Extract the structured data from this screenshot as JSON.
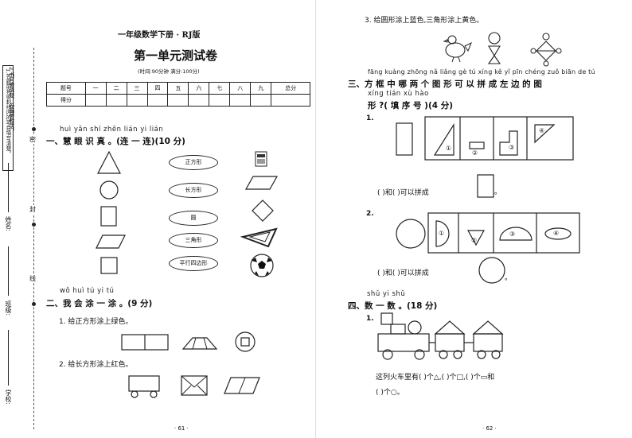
{
  "header": {
    "book": "一年级数学下册 · RJ版",
    "title": "第一单元测试卷",
    "meta": "(时间:90分钟   满分:100分)"
  },
  "score_table": {
    "row1": [
      "题号",
      "一",
      "二",
      "三",
      "四",
      "五",
      "六",
      "七",
      "八",
      "九",
      "总分"
    ],
    "row2_label": "得分"
  },
  "sidebar": {
    "notice": [
      "1.答题前将密封线内的项目填写清楚。",
      "2.书写要清楚，卷面要整洁。"
    ],
    "marks": [
      "密",
      "封",
      "线"
    ],
    "fields": [
      "学校:",
      "班级:",
      "姓名:"
    ]
  },
  "section1": {
    "pinyin": "huì yǎn shí zhēn    lián yi lián",
    "title": "一、慧 眼 识 真 。(连 一 连)(10 分)",
    "labels": [
      "正方形",
      "长方形",
      "圆",
      "三角形",
      "平行四边形"
    ]
  },
  "section2": {
    "pinyin": "wǒ huì tú yi tú",
    "title": "二、我 会 涂 一 涂 。(9 分)",
    "q1": "1. 给正方形涂上绿色。",
    "q2": "2. 给长方形涂上红色。"
  },
  "right": {
    "q3": "3. 给圆形涂上蓝色,三角形涂上黄色。",
    "section3_pinyin1": "fāng kuàng zhōng nǎ liǎng gè tú xíng kě yǐ pīn chéng zuǒ biān de tú",
    "section3_title1": "三、方  框  中  哪  两  个  图  形  可  以  拼  成  左  边  的  图",
    "section3_pinyin2": "xíng        tián xù hào",
    "section3_title2": "形 ?(  填  序  号  )(4 分)",
    "q1_num": "1.",
    "q2_num": "2.",
    "blank_text": "(      )和(      )可以拼成",
    "choices": [
      "①",
      "②",
      "③",
      "④"
    ],
    "section4_pinyin": "shǔ yi shǔ",
    "section4_title": "四、数  一  数 。(18 分)",
    "train_num": "1.",
    "train_line1": "这列火车里有(          )个△,(          )个□,(          )个▭和",
    "train_line2": "(          )个○。"
  },
  "pages": {
    "left": "· 61 ·",
    "right": "· 62 ·"
  }
}
